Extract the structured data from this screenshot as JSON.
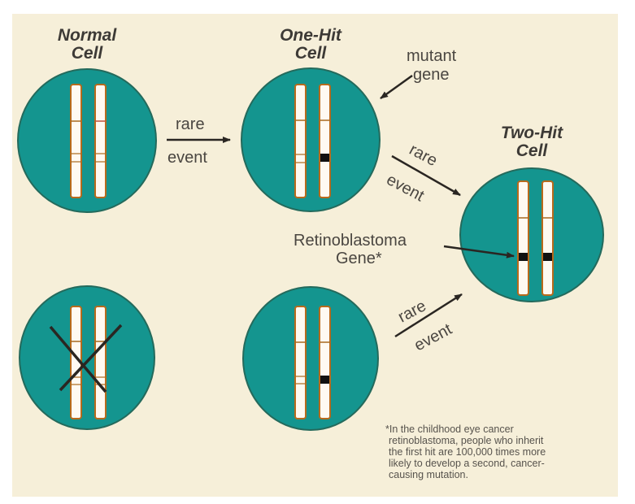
{
  "colors": {
    "background": "#f6efd9",
    "cell_fill": "#14958f",
    "cell_stroke": "#246a5c",
    "chromosome_fill": "#fffaf2",
    "chromosome_edge": "#b86a1c",
    "band": "#a9691e",
    "mutation": "#111111",
    "arrow": "#2a2622",
    "text": "#4a4641"
  },
  "cells": [
    {
      "id": "normal",
      "title_lines": [
        "Normal",
        "Cell"
      ],
      "mutations": [
        false,
        false
      ],
      "crossed": false
    },
    {
      "id": "one-hit",
      "title_lines": [
        "One-Hit",
        "Cell"
      ],
      "mutations": [
        false,
        true
      ],
      "crossed": false
    },
    {
      "id": "two-hit",
      "title_lines": [
        "Two-Hit",
        "Cell"
      ],
      "mutations": [
        true,
        true
      ],
      "crossed": false
    },
    {
      "id": "inherited-normal-crossed",
      "title_lines": [],
      "mutations": [
        false,
        false
      ],
      "crossed": true
    },
    {
      "id": "inherited-one-hit",
      "title_lines": [],
      "mutations": [
        false,
        true
      ],
      "crossed": false
    }
  ],
  "labels": {
    "rare": "rare",
    "event": "event",
    "mutant_gene_line1": "mutant",
    "mutant_gene_line2": "gene",
    "retinoblastoma_line1": "Retinoblastoma",
    "retinoblastoma_line2": "Gene*"
  },
  "footnote": [
    "*In the childhood eye cancer",
    "retinoblastoma, people who inherit",
    "the first hit are 100,000 times more",
    "likely to develop a second, cancer-",
    "causing mutation."
  ]
}
